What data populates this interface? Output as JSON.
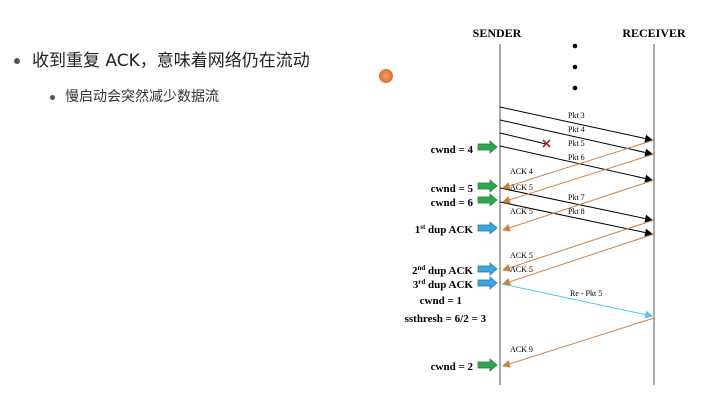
{
  "slide": {
    "bullet_main": "收到重复 ACK，意味着网络仍在流动",
    "bullet_sub": "慢启动会突然减少数据流"
  },
  "diagram": {
    "sender_label": "SENDER",
    "receiver_label": "RECEIVER",
    "packets": {
      "pkt3": "Pkt 3",
      "pkt4": "Pkt 4",
      "pkt5": "Pkt 5",
      "pkt6": "Pkt 6",
      "pkt7": "Pkt 7",
      "pkt8": "Pkt 8",
      "repkt5": "Re - Pkt 5"
    },
    "acks": {
      "ack4": "ACK 4",
      "ack5a": "ACK 5",
      "ack5b": "ACK 5",
      "ack5c": "ACK 5",
      "ack5d": "ACK 5",
      "ack9": "ACK 9"
    },
    "events": {
      "cwnd4": "cwnd = 4",
      "cwnd5": "cwnd = 5",
      "cwnd6": "cwnd = 6",
      "dup1_num": "1",
      "dup1_sup": "st",
      "dup1_rest": " dup ACK",
      "dup2_num": "2",
      "dup2_sup": "nd",
      "dup2_rest": " dup ACK",
      "dup3_num": "3",
      "dup3_sup": "rd",
      "dup3_rest": " dup ACK",
      "cwnd1": "cwnd = 1",
      "ssthresh": "ssthresh = 6/2 = 3",
      "cwnd2": "cwnd = 2"
    },
    "colors": {
      "green_arrow": "#2ea84a",
      "blue_arrow": "#3aa8e0",
      "ack_line": "#d08040",
      "retransmit_line": "#4cc8e0",
      "loss_mark": "#c02020"
    }
  }
}
